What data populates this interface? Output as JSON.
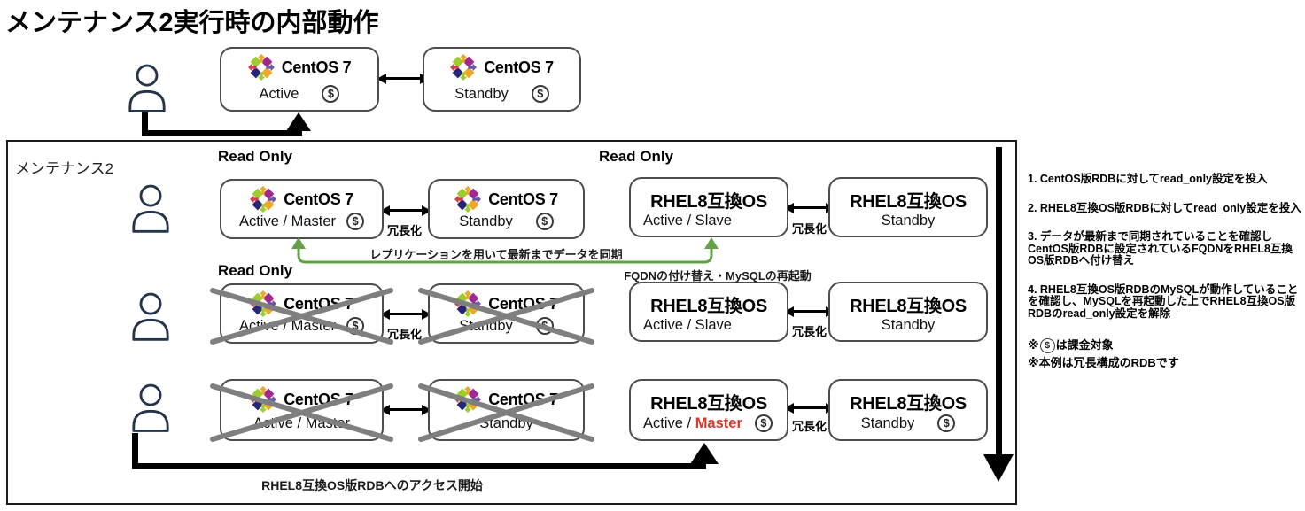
{
  "title": "メンテナンス2実行時の内部動作",
  "labels": {
    "maintenance": "メンテナンス2",
    "read_only": "Read Only",
    "redundancy": "冗長化",
    "replication": "レプリケーションを用いて最新までデータを同期",
    "fqdn_switch": "FQDNの付け替え・MySQLの再起動",
    "access_start": "RHEL8互換OS版RDBへのアクセス開始",
    "dollar": "$"
  },
  "top_row": {
    "boxes": [
      {
        "os": "CentOS 7",
        "state": "Active",
        "billed": true
      },
      {
        "os": "CentOS 7",
        "state": "Standby",
        "billed": true
      }
    ]
  },
  "rows": [
    {
      "boxes": [
        {
          "os": "CentOS 7",
          "state": "Active / Master",
          "billed": true,
          "crossed": false
        },
        {
          "os": "CentOS 7",
          "state": "Standby",
          "billed": true,
          "crossed": false
        },
        {
          "os": "RHEL8互換OS",
          "state": "Active / Slave",
          "billed": false,
          "crossed": false
        },
        {
          "os": "RHEL8互換OS",
          "state": "Standby",
          "billed": false,
          "crossed": false
        }
      ]
    },
    {
      "boxes": [
        {
          "os": "CentOS 7",
          "state": "Active / Master",
          "billed": true,
          "crossed": true
        },
        {
          "os": "CentOS 7",
          "state": "Standby",
          "billed": true,
          "crossed": true
        },
        {
          "os": "RHEL8互換OS",
          "state": "Active / Slave",
          "billed": false,
          "crossed": false
        },
        {
          "os": "RHEL8互換OS",
          "state": "Standby",
          "billed": false,
          "crossed": false
        }
      ]
    },
    {
      "boxes": [
        {
          "os": "CentOS 7",
          "state": "Active / Master",
          "billed": false,
          "crossed": true
        },
        {
          "os": "CentOS 7",
          "state": "Standby",
          "billed": false,
          "crossed": true
        },
        {
          "os": "RHEL8互換OS",
          "state_prefix": "Active / ",
          "state_highlight": "Master",
          "billed": true,
          "crossed": false
        },
        {
          "os": "RHEL8互換OS",
          "state": "Standby",
          "billed": true,
          "crossed": false
        }
      ]
    }
  ],
  "steps": [
    "1. CentOS版RDBに対してread_only設定を投入",
    "2. RHEL8互換OS版RDBに対してread_only設定を投入",
    "3. データが最新まで同期されていることを確認しCentOS版RDBに設定されているFQDNをRHEL8互換OS版RDBへ付け替え",
    "4. RHEL8互換OS版RDBのMySQLが動作していることを確認し、MySQLを再起動した上でRHEL8互換OS版RDBのread_only設定を解除"
  ],
  "notes": {
    "billing_prefix": "※",
    "billing_suffix": "は課金対象",
    "redundant": "※本例は冗長構成のRDBです"
  },
  "colors": {
    "replication_green": "#63a244",
    "master_red": "#d7372b",
    "cross_gray": "#7f7f7f",
    "person_navy": "#24344a"
  }
}
